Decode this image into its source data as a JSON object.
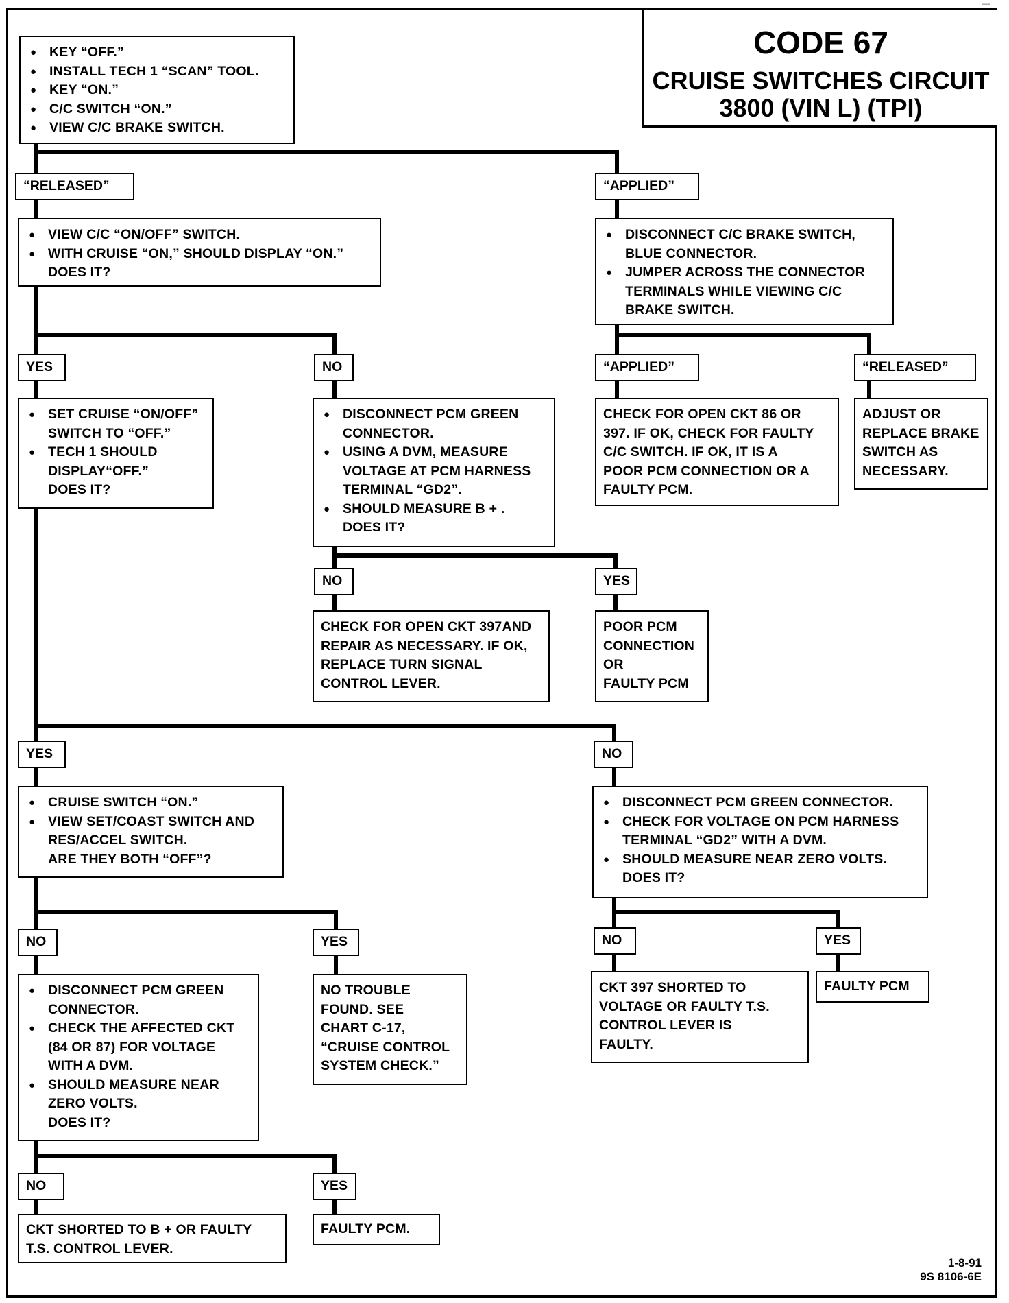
{
  "header": {
    "code": "CODE 67",
    "circuit": "CRUISE SWITCHES CIRCUIT",
    "engine": "3800  (VIN L)  (TPI)"
  },
  "start": {
    "steps": [
      "KEY “OFF.”",
      "INSTALL TECH 1 “SCAN” TOOL.",
      "KEY “ON.”",
      "C/C SWITCH “ON.”",
      "VIEW C/C BRAKE SWITCH."
    ]
  },
  "released_branch": {
    "label": "“RELEASED”",
    "step1": "VIEW C/C “ON/OFF” SWITCH.",
    "step2": "WITH CRUISE “ON,” SHOULD DISPLAY “ON.”",
    "step2b": "DOES IT?"
  },
  "applied_branch": {
    "label": "“APPLIED”",
    "step1a": "DISCONNECT C/C BRAKE SWITCH,",
    "step1b": "BLUE CONNECTOR.",
    "step2a": "JUMPER ACROSS THE CONNECTOR",
    "step2b": "TERMINALS  WHILE VIEWING C/C",
    "step2c": "BRAKE SWITCH.",
    "applied_label": "“APPLIED”",
    "applied_result": [
      "CHECK FOR OPEN CKT 86 OR",
      "397.  IF OK, CHECK FOR FAULTY",
      "C/C SWITCH.  IF OK, IT IS A",
      "POOR PCM CONNECTION OR A",
      "FAULTY PCM."
    ],
    "released_label": "“RELEASED”",
    "released_result": [
      "ADJUST OR",
      "REPLACE BRAKE",
      "SWITCH AS",
      "NECESSARY."
    ]
  },
  "onoff_yes": {
    "label": "YES",
    "step1a": "SET CRUISE “ON/OFF”",
    "step1b": "SWITCH TO “OFF.”",
    "step2a": "TECH 1 SHOULD",
    "step2b": "DISPLAY“OFF.”",
    "step2c": "DOES IT?"
  },
  "onoff_no": {
    "label": "NO",
    "step1a": "DISCONNECT PCM GREEN",
    "step1b": "CONNECTOR.",
    "step2a": "USING A DVM, MEASURE",
    "step2b": "VOLTAGE AT PCM HARNESS",
    "step2c": "TERMINAL “GD2”.",
    "step3a": "SHOULD MEASURE B + .",
    "step3b": "DOES IT?",
    "no_label": "NO",
    "no_result": [
      "CHECK FOR OPEN CKT 397AND",
      "REPAIR AS NECESSARY.  IF OK,",
      "REPLACE TURN SIGNAL",
      "CONTROL LEVER."
    ],
    "yes_label": "YES",
    "yes_result": [
      "POOR PCM",
      "CONNECTION",
      "OR",
      "FAULTY PCM"
    ]
  },
  "off_yes": {
    "label": "YES",
    "step1": "CRUISE SWITCH “ON.”",
    "step2a": "VIEW SET/COAST SWITCH AND",
    "step2b": "RES/ACCEL SWITCH.",
    "step2c": "ARE THEY BOTH “OFF”?",
    "no_label": "NO",
    "no_step1a": "DISCONNECT PCM GREEN",
    "no_step1b": "CONNECTOR.",
    "no_step2a": "CHECK THE AFFECTED CKT",
    "no_step2b": "(84 OR 87) FOR VOLTAGE",
    "no_step2c": "WITH A DVM.",
    "no_step3a": "SHOULD MEASURE NEAR",
    "no_step3b": "ZERO VOLTS.",
    "no_step3c": "DOES IT?",
    "yes_label": "YES",
    "yes_result": [
      "NO TROUBLE",
      "FOUND.  SEE",
      "CHART C-17,",
      "“CRUISE CONTROL",
      "SYSTEM CHECK.”"
    ],
    "final_no_label": "NO",
    "final_no_result": [
      "CKT SHORTED TO B +  OR FAULTY",
      "T.S. CONTROL LEVER."
    ],
    "final_yes_label": "YES",
    "final_yes_result": "FAULTY PCM."
  },
  "off_no": {
    "label": "NO",
    "step1": "DISCONNECT PCM GREEN CONNECTOR.",
    "step2a": "CHECK FOR VOLTAGE ON PCM HARNESS",
    "step2b": "TERMINAL “GD2” WITH A DVM.",
    "step3a": "SHOULD MEASURE NEAR ZERO VOLTS.",
    "step3b": "DOES IT?",
    "no_label": "NO",
    "no_result": [
      "CKT 397 SHORTED TO",
      "VOLTAGE OR FAULTY T.S.",
      "CONTROL LEVER IS",
      "FAULTY."
    ],
    "yes_label": "YES",
    "yes_result": "FAULTY PCM"
  },
  "footer": {
    "date": "1-8-91",
    "ref": "9S 8106-6E"
  }
}
